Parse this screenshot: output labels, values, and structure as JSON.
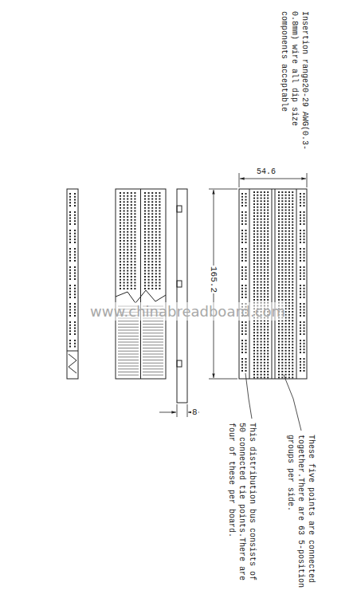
{
  "diagram": {
    "labels": [
      "Insertion range20-29 AWG(0.3-0.8mm) wire all dip size components acceptable",
      "54.6",
      "165.2",
      "www.chinabreadboard.com",
      "8",
      "These five points are connected together.There are 63 5-position groups per side.",
      "This distribution bus consists of 50 connected tie points.There are four of these per board."
    ]
  }
}
